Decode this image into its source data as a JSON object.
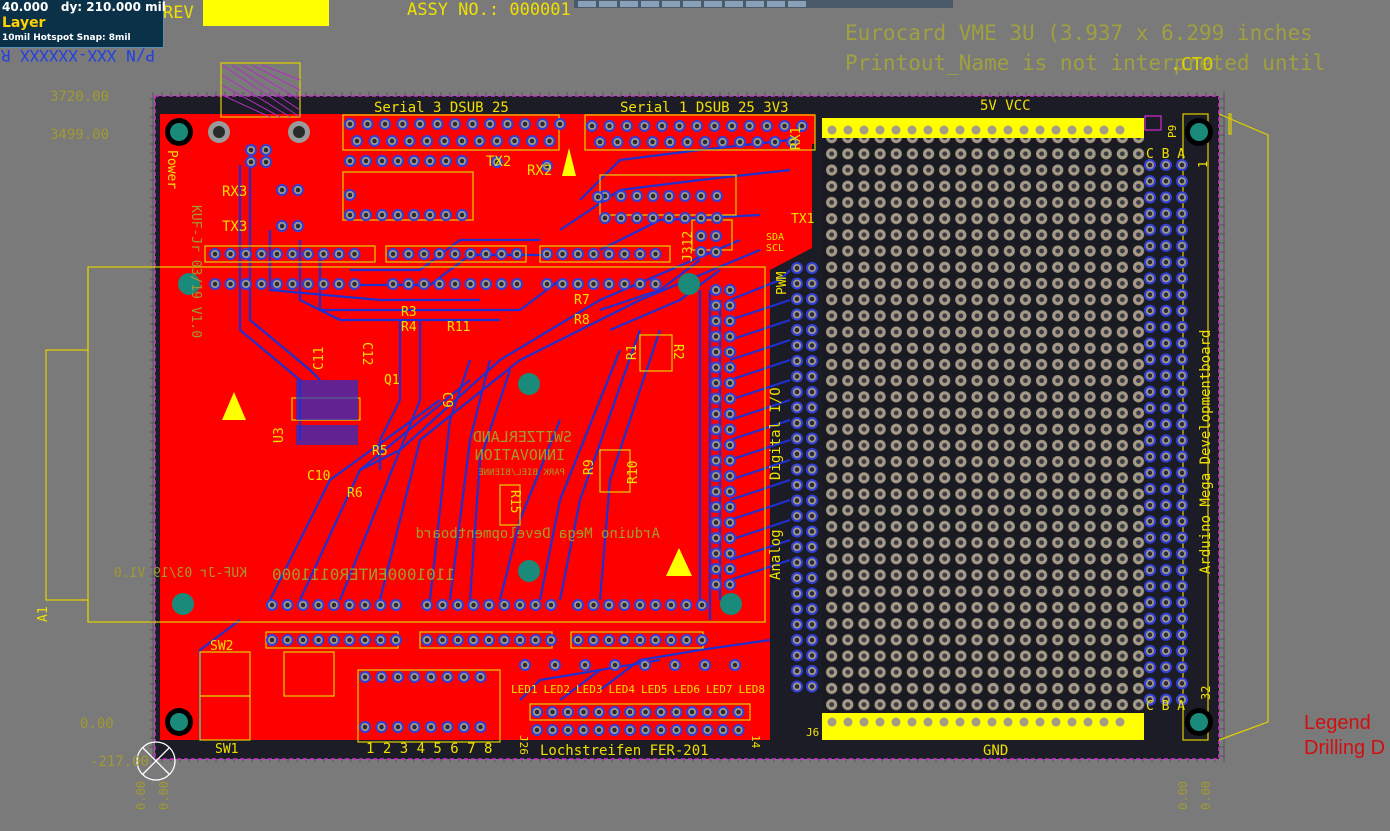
{
  "hud": {
    "dx_label": "40.000",
    "dy_label": "dy:",
    "dy_value": "210.000",
    "unit": "mil",
    "layer": "Layer",
    "snap": "10mil Hotspot Snap: 8mil"
  },
  "toolbar_icons": [
    "select-icon",
    "route-icon",
    "via-icon",
    "text-icon",
    "place-icon",
    "component-icon",
    "fill-icon",
    "rule-icon",
    "measure-icon",
    "graph-icon",
    "text-tool-icon"
  ],
  "top_left": {
    "rev": "REV",
    "pn": "P/N XXX-XXXXXX REV A",
    "assy": "ASSY NO.: 000001"
  },
  "top_right": {
    "line1": "Eurocard VME 3U (3.937 x 6.299 inches",
    "line2": "Printout_Name is not interpreted until",
    "cto": ".CTO"
  },
  "right_legend": [
    "Legend",
    "Drilling D"
  ],
  "dims": [
    "3720.00",
    "3499.00",
    "0.00",
    "-217.00"
  ],
  "dims_bottom": [
    "0.00",
    "0.00",
    "0.00",
    "0.00"
  ],
  "a1": "A1",
  "silk": {
    "serial3": "Serial 3 DSUB 25",
    "serial1": "Serial 1 DSUB 25 3V3",
    "v5": "5V VCC",
    "gnd": "GND",
    "power": "Power",
    "version_left": "KUF-Jr 03/19 V1.0",
    "rx3": "RX3",
    "tx3": "TX3",
    "tx2": "TX2",
    "rx2": "RX2",
    "j312": "J312",
    "rx1": "RX1",
    "tx1": "TX1",
    "sda": "SDA",
    "scl": "SCL",
    "pwm": "PWM",
    "r3": "R3",
    "r4": "R4",
    "r11": "R11",
    "r7": "R7",
    "r8": "R8",
    "r1": "R1",
    "r2": "R2",
    "c11": "C11",
    "c12": "C12",
    "q1": "Q1",
    "c9": "C9",
    "u3": "U3",
    "r5": "R5",
    "c10": "C10",
    "r6": "R6",
    "digital_io": "Digital I/O",
    "analog": "Analog",
    "r9": "R9",
    "r10": "R10",
    "r15": "R15",
    "swiss1": "SWITZERLAND",
    "swiss2": "INNOVATION",
    "swiss3": "PARK BIEL/BIENNE",
    "mirror_board": "Arduino Mega Developmentboard",
    "code": "1101000ENTER0111000",
    "version_mirror": "KUF-Jr 03/19 V1.0",
    "sw1": "SW1",
    "sw2": "SW2",
    "dip": "1 2 3 4 5 6 7 8",
    "leds": [
      "LED1",
      "LED2",
      "LED3",
      "LED4",
      "LED5",
      "LED6",
      "LED7",
      "LED8"
    ],
    "lochstreifen": "Lochstreifen FER-201",
    "j26": "J26",
    "j6": "J6",
    "p9": "P9",
    "cba": "C B A",
    "one": "1",
    "thirtytwo": "32",
    "fourteen": "14",
    "vert_board": "Arduino Mega Developmentboard"
  }
}
